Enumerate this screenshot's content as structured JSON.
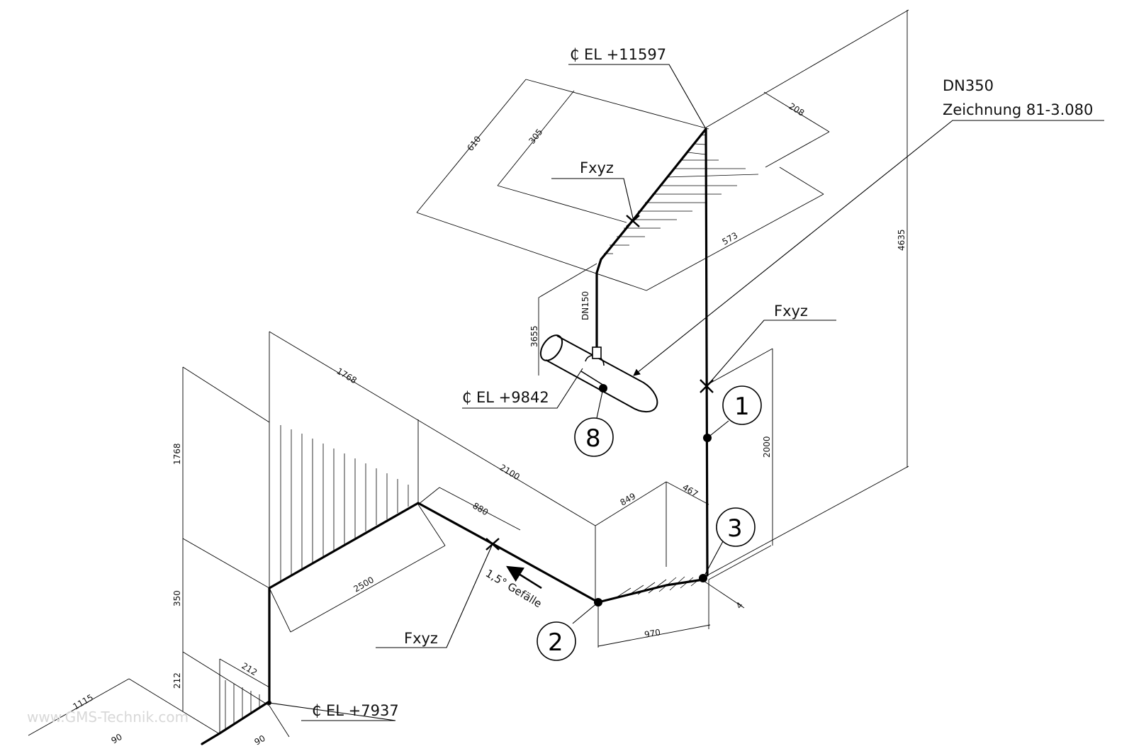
{
  "labels": {
    "el_top": "₵ EL +11597",
    "el_mid": "₵ EL +9842",
    "el_low": "₵ EL +7937",
    "pipe_main": "DN350",
    "drawing_ref": "Zeichnung 81-3.080",
    "pipe_branch": "DN150",
    "slope": "1,5° Gefälle",
    "support_top": "Fxyz",
    "support_right": "Fxyz",
    "support_low": "Fxyz"
  },
  "dimensions": {
    "d610": "610",
    "d305": "305",
    "d208": "208",
    "d573": "573",
    "d4635": "4635",
    "d3655": "3655",
    "d2000": "2000",
    "d1768_top": "1768",
    "d1768_side": "1768",
    "d2100": "2100",
    "d880": "880",
    "d2500": "2500",
    "d350": "350",
    "d849": "849",
    "d467": "467",
    "d970": "970",
    "d212_side": "212",
    "d212_top": "212",
    "d1115": "1115",
    "d90a": "90",
    "d90b": "90",
    "d4": "4"
  },
  "nodes": {
    "n1": "1",
    "n2": "2",
    "n3": "3",
    "n8": "8"
  },
  "watermark": "www.GMS-Technik.com"
}
